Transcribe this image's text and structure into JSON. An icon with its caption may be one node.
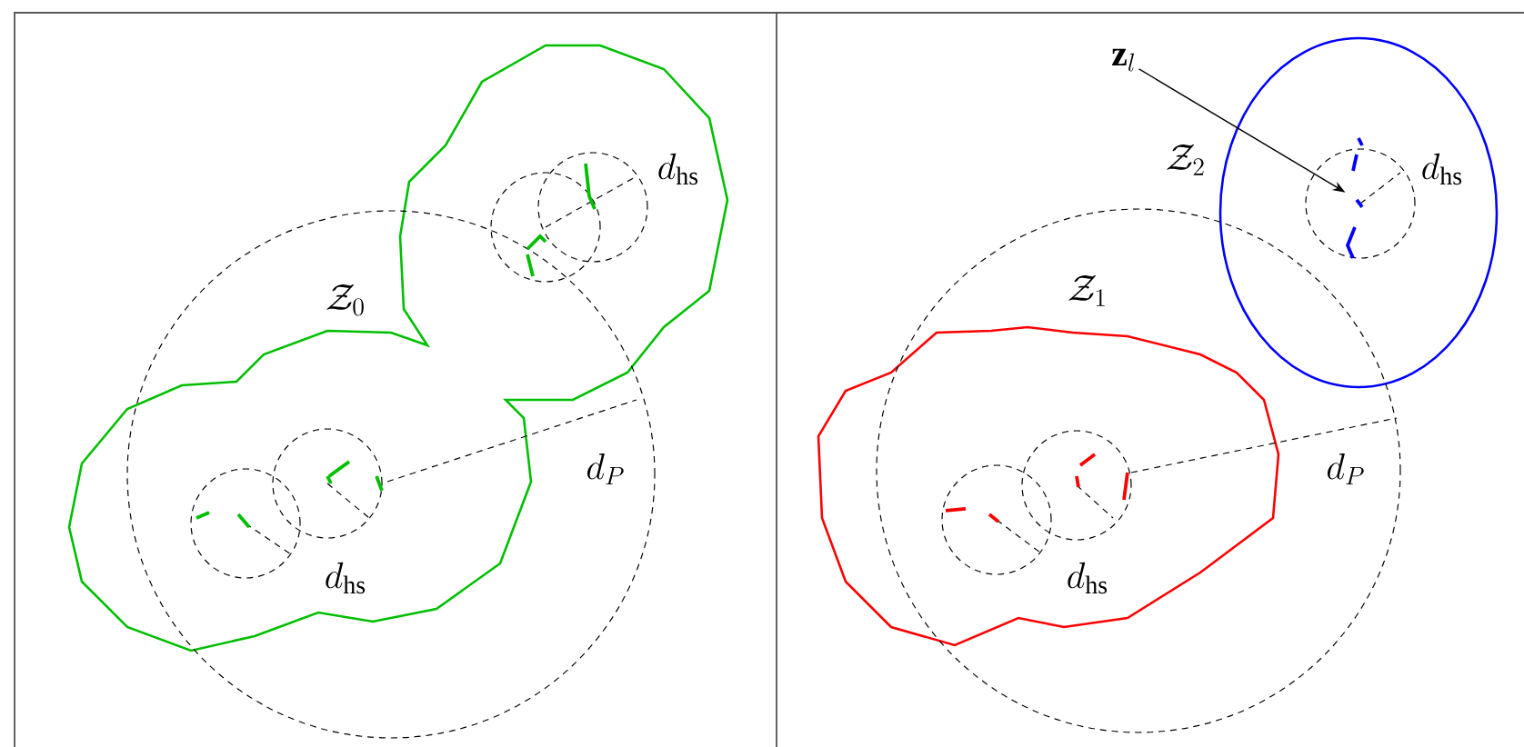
{
  "diagram": {
    "nodes": [
      {
        "text": [
          "\\mathbf{z}_l"
        ]
      },
      {
        "text": [],
        "shape": "picture"
      }
    ],
    "edges": [
      {
        "from": 0,
        "to": 1,
        "arrow": "to"
      }
    ],
    "labels": [
      "\\mathcal{Z}_0",
      "d_{\\mathrm{hs}}",
      "d_{\\mathrm{hs}}",
      "d_P",
      "\\mathcal{Z}_2",
      "d_{\\mathrm{hs}}",
      "\\mathcal{Z}_1",
      "d_{\\mathrm{hs}}",
      "d_P"
    ]
  }
}
